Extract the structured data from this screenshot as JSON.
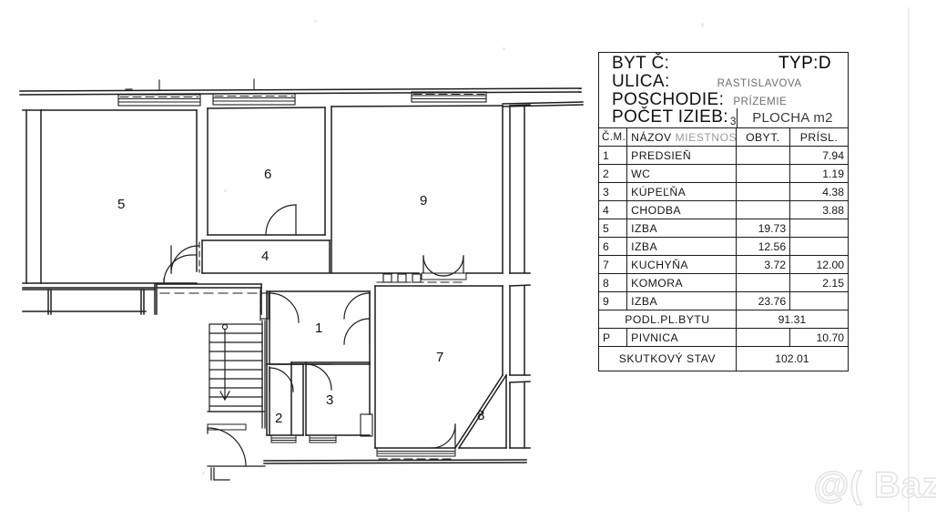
{
  "document": {
    "kind": "apartment-floor-plan",
    "language": "sk"
  },
  "header": {
    "byt_label": "BYT Č:",
    "byt_value": "",
    "typ_label": "TYP:",
    "typ_value": "D",
    "ulica_label": "ULICA:",
    "ulica_value": "RASTISLAVOVA",
    "poschodie_label": "POSCHODIE:",
    "poschodie_value": "PRÍZEMIE",
    "pocet_izieb_label": "POČET IZIEB:",
    "pocet_izieb_value": "3",
    "plocha_label": "PLOCHA m2"
  },
  "table": {
    "columns": {
      "no": "Č.M.",
      "name_strong": "NÁZOV",
      "name_faint": "MIESTNOSTI",
      "obyt": "OBYT.",
      "prisl": "PRÍSL."
    },
    "rows": [
      {
        "no": "1",
        "name": "PREDSIEŇ",
        "obyt": "",
        "prisl": "7.94"
      },
      {
        "no": "2",
        "name": "WC",
        "obyt": "",
        "prisl": "1.19"
      },
      {
        "no": "3",
        "name": "KÚPEĽŇA",
        "obyt": "",
        "prisl": "4.38"
      },
      {
        "no": "4",
        "name": "CHODBA",
        "obyt": "",
        "prisl": "3.88"
      },
      {
        "no": "5",
        "name": "IZBA",
        "obyt": "19.73",
        "prisl": ""
      },
      {
        "no": "6",
        "name": "IZBA",
        "obyt": "12.56",
        "prisl": ""
      },
      {
        "no": "7",
        "name": "KUCHYŇA",
        "obyt": "3.72",
        "prisl": "12.00"
      },
      {
        "no": "8",
        "name": "KOMORA",
        "obyt": "",
        "prisl": "2.15"
      },
      {
        "no": "9",
        "name": "IZBA",
        "obyt": "23.76",
        "prisl": ""
      }
    ],
    "summary_podl": {
      "label": "PODL.PL.BYTU",
      "value": "91.31"
    },
    "row_pivnica": {
      "no": "P",
      "name": "PIVNICA",
      "obyt": "",
      "prisl": "10.70"
    },
    "summary_stav": {
      "label": "SKUTKOVÝ STAV",
      "value": "102.01"
    }
  },
  "plan": {
    "room_numbers": [
      {
        "id": "5",
        "label": "5"
      },
      {
        "id": "6",
        "label": "6"
      },
      {
        "id": "9",
        "label": "9"
      },
      {
        "id": "4",
        "label": "4"
      },
      {
        "id": "1",
        "label": "1"
      },
      {
        "id": "2",
        "label": "2"
      },
      {
        "id": "3",
        "label": "3"
      },
      {
        "id": "7",
        "label": "7"
      },
      {
        "id": "8",
        "label": "8"
      }
    ],
    "stair_direction": "down"
  },
  "watermark": {
    "text": "@( Baz"
  },
  "colors": {
    "ink": "#161616",
    "paper": "#fefefe",
    "faint_text": "#9c9c9c",
    "watermark": "#e2e2e2"
  }
}
